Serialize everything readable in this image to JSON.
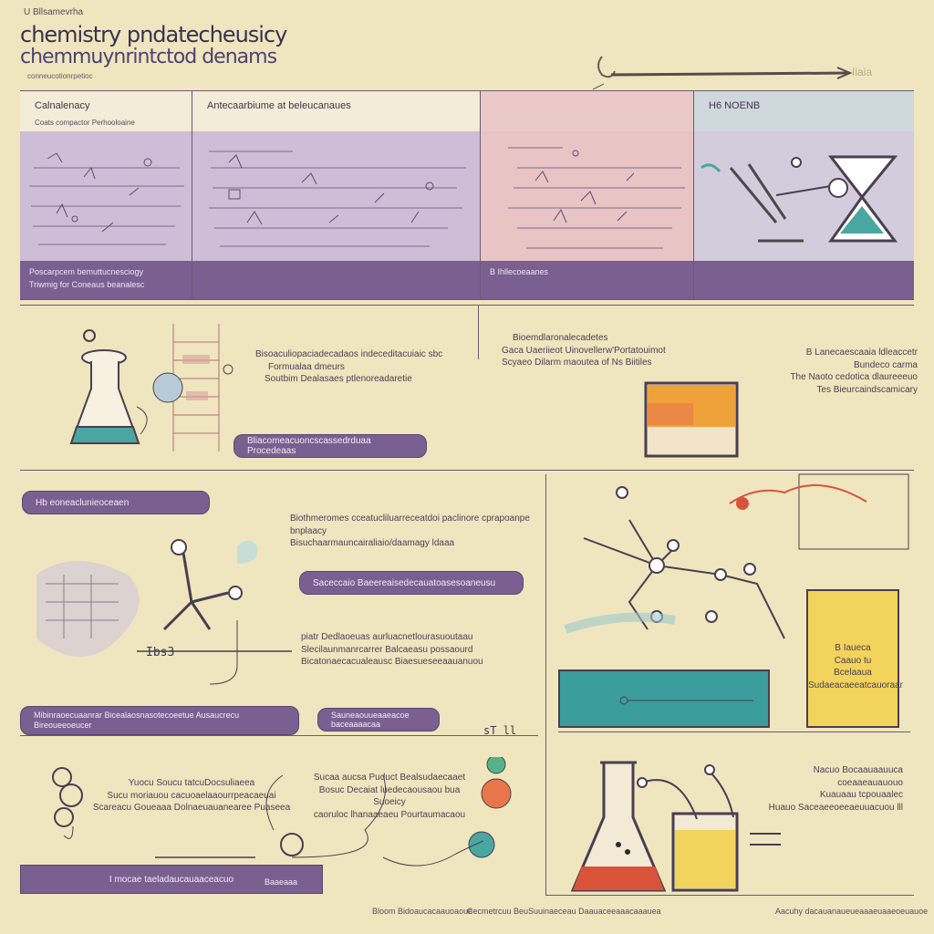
{
  "header": {
    "tag": "U Bllsamevrha",
    "title_line_1": "chemistry pndatecheusicy",
    "title_line_2": "chemmuynrintctod denams",
    "caption": "conneucotionrpetioc",
    "corner_tag": "Iiaia"
  },
  "top_panels": [
    {
      "title": "Calnalenacy",
      "subtitle": "Coats compactor Perhooloaine",
      "footer_lines": [
        "Poscarpcem bemuttucnesciogy",
        "Triwmig for Coneaus beanalesc"
      ]
    },
    {
      "title": "Antecaarbiume at beleucanaues",
      "subtitle": "",
      "footer_lines": []
    },
    {
      "title": "",
      "subtitle": "",
      "footer_lines": [
        "B Ihllecoeaanes"
      ]
    },
    {
      "title": "H6 NOENB",
      "subtitle": "",
      "footer_lines": []
    }
  ],
  "middle": {
    "left_text": [
      "Bisoaculiopaciadecadaos indeceditacuiaic sbc",
      "Formualaa dmeurs",
      "Soutbim Dealasaes ptlenoreadaretie"
    ],
    "left_pill": "Bliacomeacuoncscassedrduaa Procedeaas",
    "center_text": [
      "Bioemdlaronalecadetes",
      "Gaca Uaeriieot Uinovellerw'Portatouimot",
      "Scyaeo Dilarm maoutea of Ns Biitiles"
    ],
    "right_text": [
      "B Lanecaescaaia ldleaccetr",
      "Bundeco carma",
      "The Naoto cedotica dlaureeeuo",
      "Tes Bieurcaindscamicary"
    ]
  },
  "lower_left": {
    "pill_1": "Hb eoneaclunieoceaen",
    "side_text": [
      "Biothmeromes cceatucliluarreceatdoi paclinore cprapoanpe bnplaacy",
      "Bisuchaarmauncairaliaio/daamagy ldaaa"
    ],
    "pill_2": "Saceccaio Baeereaisedecauatoasesoaneusu",
    "mid_text": [
      "piatr Dedlaoeuas aurluacnetlourasuoutaau",
      "Slecilaunmanrcarrer Balcaeasu possaourd",
      "Bicatonaecacualeausc Biaesueseeaauanuou"
    ],
    "label_k": "Ibs3",
    "pill_3": "Mibinraoecuaanrar Bicealaosnasotecoeetue Ausaucrecu Bireoueeoeucer",
    "pill_4": "Sauneaouueaaeacoe baceaaaacaa",
    "fig_label": "sT ll",
    "text_block_a": [
      "Yuocu Soucu tatcuDocsuliaeea",
      "Sucu moriauou cacuoaelaaourrpeacaeuai",
      "Scareacu Goueaaa Dolnaeuauanearee Puaseea"
    ],
    "text_block_b": [
      "Sucaa aucsa Puduct Bealsudaecaaet",
      "Bosuc Decaiat luedecaousaou bua Suoeicy",
      "caoruloc lhanaaeaeu Pourtaumacaou"
    ],
    "footer_pill": "I mocae taeladaucauaaceacuo",
    "footer_mini": "Baaeaaa"
  },
  "lower_right": {
    "box_text": [
      "B Iaueca",
      "Caauo tu",
      "Bcelaaua",
      "Sudaeacaeeatcauoraar"
    ],
    "side_text": [
      "Nacuo Bocaauaauuca coeaaeauauouo",
      "Kuauaau tcpouaalec",
      "Huauo Saceaeeoeeaeuuacuou lll"
    ]
  },
  "footer": {
    "left": "Bloom Bidoaucacaauoaoue",
    "mid": "Cecmetrcuu BeuSuuinaeceau Daauaceeaaacaaauea",
    "right": "Aacuhy dacauanaueueaaaeuaaeoeuauoe"
  },
  "colors": {
    "background": "#efe6bf",
    "panel_violet": "#cdbdd6",
    "panel_pink": "#ecc9c9",
    "panel_blue": "#cfd8dc",
    "accent_purple": "#7a5f91",
    "liquid_teal": "#4aa6a0",
    "liquid_orange": "#f0a23a",
    "liquid_yellow": "#f2d35c",
    "liquid_red": "#d9533a",
    "bar_teal": "#3b9d9c"
  }
}
